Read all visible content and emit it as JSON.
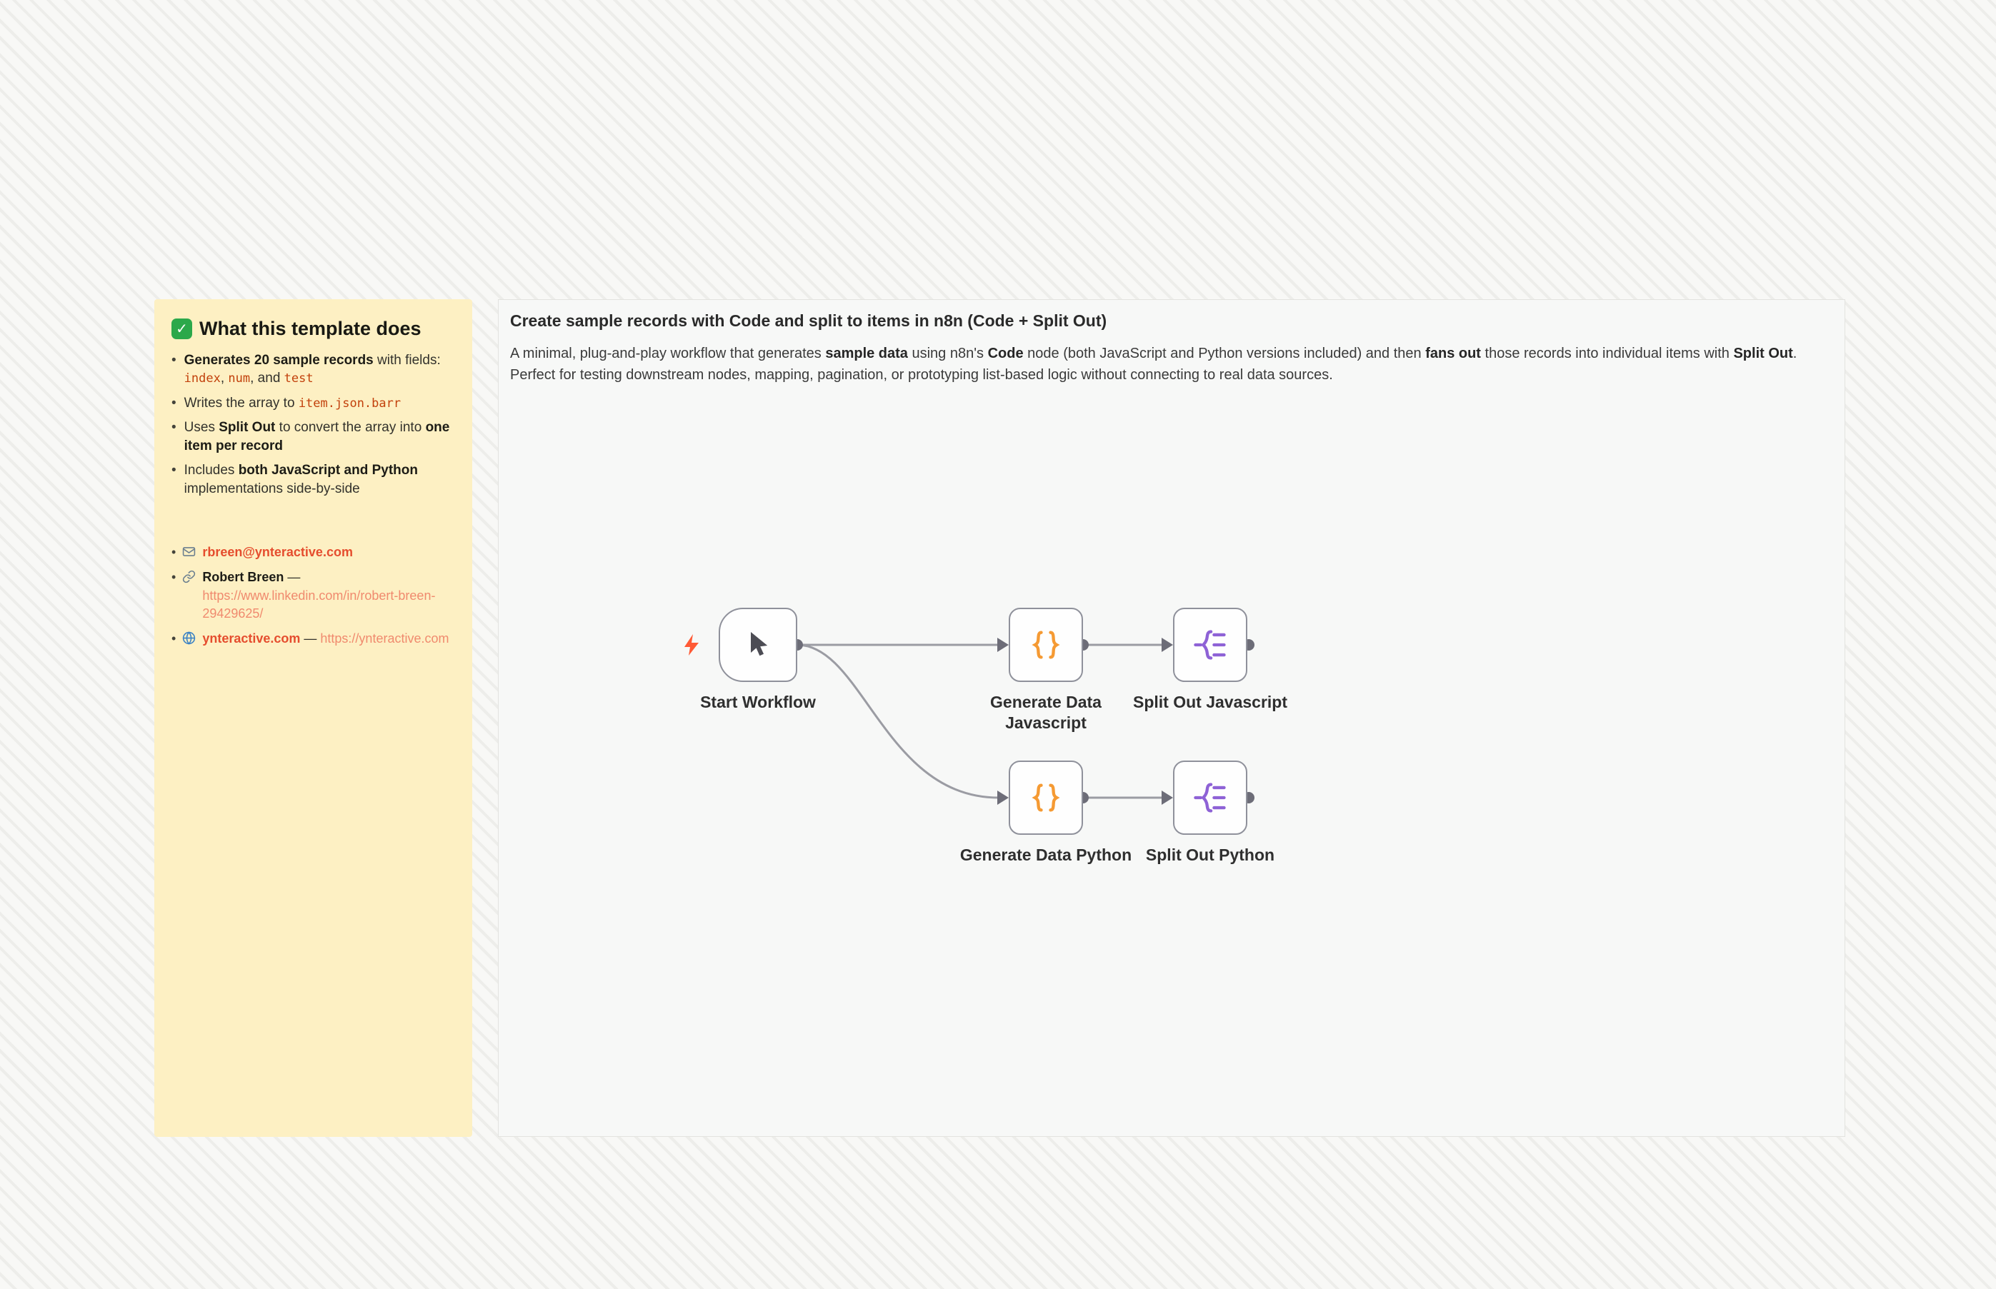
{
  "sticky": {
    "heading": "What this template does",
    "bullets": {
      "b1": {
        "bold": "Generates 20 sample records",
        "mid": " with fields: ",
        "code1": "index",
        "sep1": ", ",
        "code2": "num",
        "sep2": ", and ",
        "code3": "test"
      },
      "b2": {
        "pre": "Writes the array to ",
        "code": "item.json.barr"
      },
      "b3": {
        "pre": "Uses ",
        "bold1": "Split Out",
        "mid": " to convert the array into ",
        "bold2": "one item per record"
      },
      "b4": {
        "pre": "Includes ",
        "bold": "both JavaScript and Python",
        "post": " implementations side-by-side"
      }
    },
    "contacts": {
      "email": {
        "label": "rbreen@ynteractive.com"
      },
      "linkedin": {
        "name": "Robert Breen",
        "dash": " — ",
        "url": "https://www.linkedin.com/in/robert-breen-29429625/"
      },
      "website": {
        "name": "ynteractive.com",
        "dash": " — ",
        "url": "https://ynteractive.com"
      }
    }
  },
  "canvas": {
    "title": "Create sample records with Code and split to items in n8n (Code + Split Out)",
    "description": {
      "s1": "A minimal, plug-and-play workflow that generates ",
      "b1": "sample data",
      "s2": " using n8n's ",
      "b2": "Code",
      "s3": " node (both JavaScript and Python versions included) and then ",
      "b3": "fans out",
      "s4": " those records into individual items with ",
      "b4": "Split Out",
      "s5": ". Perfect for testing downstream nodes, mapping, pagination, or prototyping list-based logic without connecting to real data sources."
    },
    "nodes": {
      "start": {
        "label": "Start Workflow"
      },
      "generate_js": {
        "label": "Generate Data Javascript"
      },
      "split_js": {
        "label": "Split Out Javascript"
      },
      "generate_py": {
        "label": "Generate Data Python"
      },
      "split_py": {
        "label": "Split Out Python"
      }
    }
  },
  "colors": {
    "sticky_bg": "#fdf0c3",
    "inline_code": "#c2410c",
    "link_strong": "#e54d2e",
    "link_light": "#f08a6e",
    "code_node_icon": "#f59a33",
    "split_node_icon": "#8e62d6",
    "trigger_bolt": "#ff5a36",
    "connection_gray": "#9b9ca3"
  }
}
